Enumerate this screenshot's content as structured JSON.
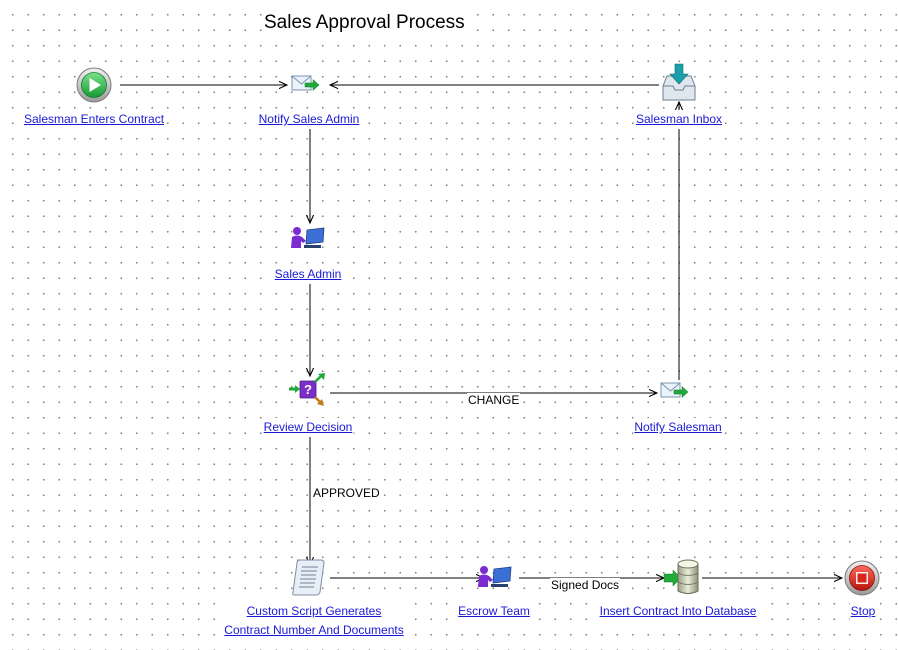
{
  "title": "Sales Approval Process",
  "nodes": {
    "start": {
      "label": "Salesman Enters Contract",
      "icon": "start-icon"
    },
    "notify_admin": {
      "label": "Notify Sales Admin",
      "icon": "email-notify-icon"
    },
    "inbox": {
      "label": "Salesman Inbox",
      "icon": "inbox-download-icon"
    },
    "sales_admin": {
      "label": "Sales Admin",
      "icon": "user-workstation-icon"
    },
    "review": {
      "label": "Review Decision",
      "icon": "decision-icon"
    },
    "notify_salesman": {
      "label": "Notify Salesman",
      "icon": "email-notify-icon"
    },
    "script": {
      "label_line1": "Custom Script Generates",
      "label_line2": "Contract Number And Documents",
      "icon": "script-scroll-icon"
    },
    "escrow": {
      "label": "Escrow Team",
      "icon": "user-workstation-icon"
    },
    "insert_db": {
      "label": "Insert Contract Into Database",
      "icon": "database-insert-icon"
    },
    "stop": {
      "label": "Stop",
      "icon": "stop-icon"
    }
  },
  "edges": {
    "change": "CHANGE",
    "approved": "APPROVED",
    "signed_docs": "Signed Docs"
  },
  "colors": {
    "link": "#1a1ad6",
    "start_green": "#2bb24c",
    "stop_red": "#d8261c",
    "decision_purple": "#7a2fc9",
    "arrow_green": "#1faa3a"
  }
}
